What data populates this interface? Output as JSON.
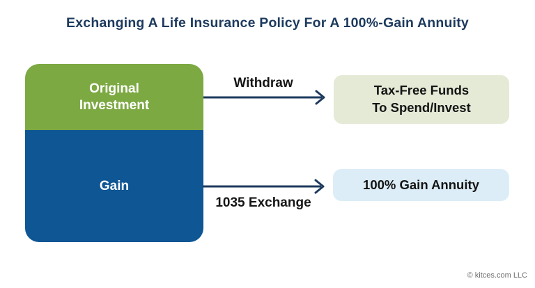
{
  "title": "Exchanging A Life Insurance Policy For A 100%-Gain Annuity",
  "diagram": {
    "stack": {
      "top_segment": {
        "label": "Original\nInvestment",
        "color": "#7ca942"
      },
      "bottom_segment": {
        "label": "Gain",
        "color": "#0e5694"
      }
    },
    "flows": [
      {
        "label": "Withdraw",
        "result": "Tax-Free Funds\nTo Spend/Invest",
        "result_color": "#e4ead6"
      },
      {
        "label": "1035 Exchange",
        "result": "100% Gain Annuity",
        "result_color": "#dcedf7"
      }
    ],
    "arrow_color": "#1d3a5e"
  },
  "colors": {
    "title": "#1d3a5e",
    "label_text": "#161616",
    "background": "#ffffff"
  },
  "footer": {
    "copyright": "© kitces.com LLC"
  }
}
